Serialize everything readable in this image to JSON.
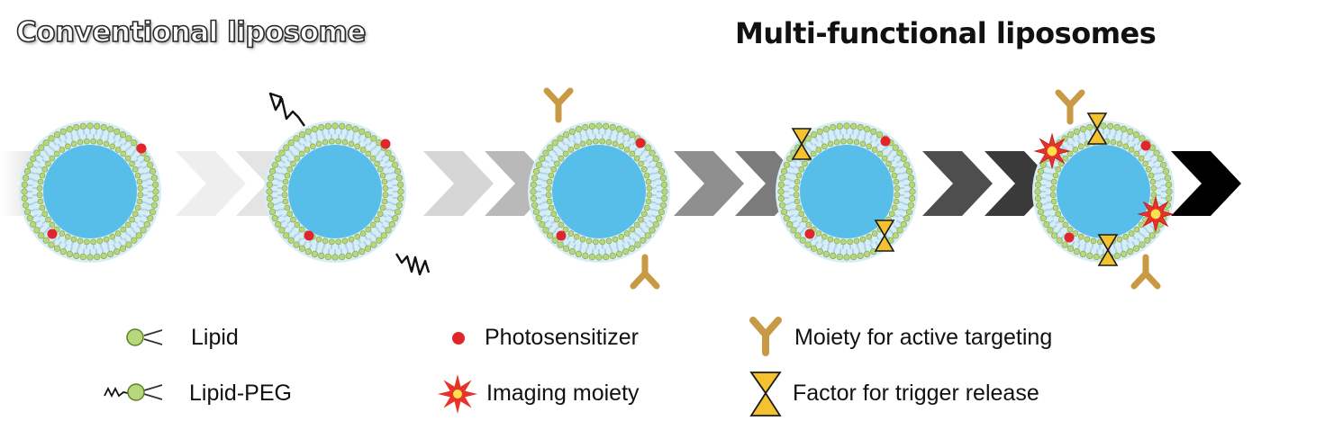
{
  "titles": {
    "left": "Conventional liposome",
    "right": "Multi-functional liposomes"
  },
  "legend": {
    "lipid": "Lipid",
    "lipid_peg": "Lipid-PEG",
    "photosensitizer": "Photosensitizer",
    "imaging_moiety": "Imaging moiety",
    "targeting_moiety": "Moiety for active targeting",
    "trigger_factor": "Factor for trigger release"
  },
  "colors": {
    "core": "#57bde9",
    "lipid_head": "#b6d87b",
    "lipid_tail": "#a9d4ea",
    "photosensitizer": "#e0262a",
    "targeting": "#c99a45",
    "trigger": "#f3c22e",
    "imaging": "#e8332b"
  }
}
